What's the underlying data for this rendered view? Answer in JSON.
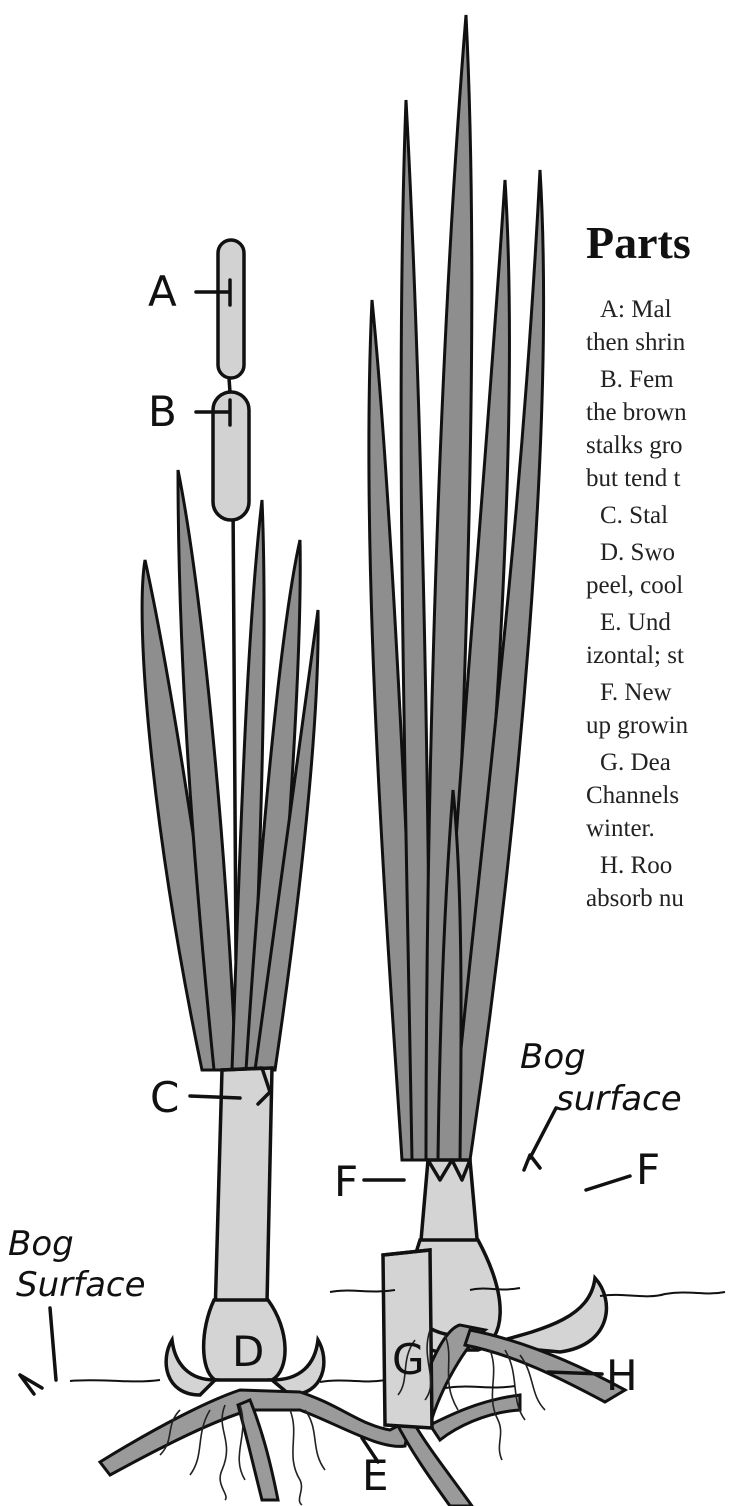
{
  "heading": "Parts",
  "paragraphs": [
    [
      "A: Mal",
      "then shrin"
    ],
    [
      "B. Fem",
      "the brown",
      "stalks gro",
      "but tend t"
    ],
    [
      "C. Stal"
    ],
    [
      "D. Swo",
      "peel, cool"
    ],
    [
      "E. Und",
      "izontal; st"
    ],
    [
      "F. New",
      "up growin"
    ],
    [
      "G. Dea",
      "Channels",
      "winter."
    ],
    [
      "H. Roo",
      "absorb nu"
    ]
  ],
  "diagram": {
    "part_labels": [
      "A",
      "B",
      "C",
      "D",
      "E",
      "F",
      "F",
      "G",
      "H"
    ],
    "bog_surface_left": [
      "Bog",
      "Surface"
    ],
    "bog_surface_right": [
      "Bog",
      "surface"
    ]
  }
}
